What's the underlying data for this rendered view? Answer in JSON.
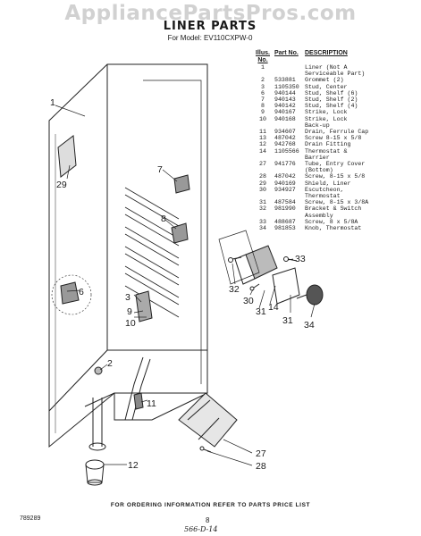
{
  "watermark": "AppliancePartsPros.com",
  "title": "LINER PARTS",
  "subtitle": "For Model: EV110CXPW-0",
  "table": {
    "headers": [
      "Illus. No.",
      "Part No.",
      "DESCRIPTION"
    ],
    "rows": [
      [
        "1",
        "",
        "Liner (Not A"
      ],
      [
        "",
        "",
        "Serviceable Part)"
      ],
      [
        "2",
        "533881",
        "Grommet (2)"
      ],
      [
        "3",
        "1105350",
        "Stud, Center"
      ],
      [
        "6",
        "940144",
        "Stud, Shelf (6)"
      ],
      [
        "7",
        "940143",
        "Stud, Shelf (2)"
      ],
      [
        "8",
        "940142",
        "Stud, Shelf (4)"
      ],
      [
        "9",
        "940167",
        "Strike, Lock"
      ],
      [
        "10",
        "940168",
        "Strike, Lock"
      ],
      [
        "",
        "",
        "Back-up"
      ],
      [
        "11",
        "934607",
        "Drain, Ferrule Cap"
      ],
      [
        "13",
        "487042",
        "Screw 8-15 x 5/8"
      ],
      [
        "12",
        "942768",
        "Drain Fitting"
      ],
      [
        "14",
        "1105566",
        "Thermostat &"
      ],
      [
        "",
        "",
        "Barrier"
      ],
      [
        "27",
        "941776",
        "Tube, Entry Cover"
      ],
      [
        "",
        "",
        "(Bottom)"
      ],
      [
        "28",
        "487042",
        "Screw, 8-15 x 5/8"
      ],
      [
        "29",
        "940169",
        "Shield, Liner"
      ],
      [
        "30",
        "934927",
        "Escutcheon,"
      ],
      [
        "",
        "",
        "Thermostat"
      ],
      [
        "31",
        "487584",
        "Screw, 8-15 x 3/8A"
      ],
      [
        "32",
        "981990",
        "Bracket & Switch"
      ],
      [
        "",
        "",
        "Assembly"
      ],
      [
        "33",
        "488687",
        "Screw, 8 x 5/8A"
      ],
      [
        "34",
        "981853",
        "Knob, Thermostat"
      ]
    ]
  },
  "callouts": {
    "c1": "1",
    "c2": "2",
    "c29": "29",
    "c7": "7",
    "c8": "8",
    "c6": "6",
    "c3": "3",
    "c9": "9",
    "c10": "10",
    "c11": "11",
    "c12": "12",
    "c33": "33",
    "c32": "32",
    "c30": "30",
    "c31a": "31",
    "c14": "14",
    "c31b": "31",
    "c34": "34",
    "c27": "27",
    "c28": "28"
  },
  "footer": "FOR ORDERING INFORMATION REFER TO PARTS PRICE LIST",
  "doc_number": "789289",
  "page_number": "8",
  "hand_note": "566-D-14"
}
